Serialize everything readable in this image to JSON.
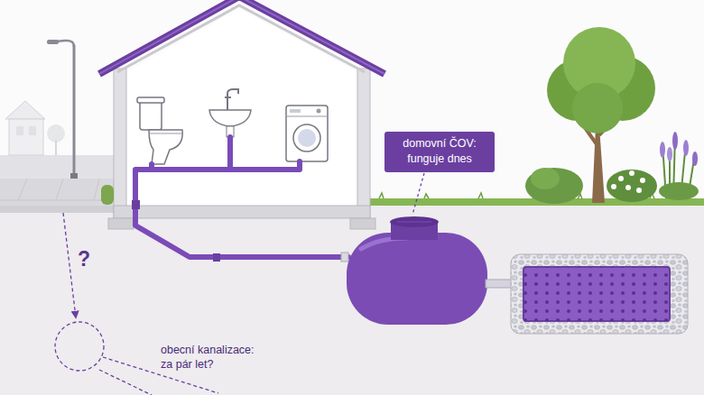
{
  "diagram": {
    "nodes": [
      {
        "text": [
          "domovní ČOV: funguje dnes"
        ]
      }
    ],
    "labels": [
      "?",
      "obecní kanalizace: za pár let?"
    ]
  }
}
